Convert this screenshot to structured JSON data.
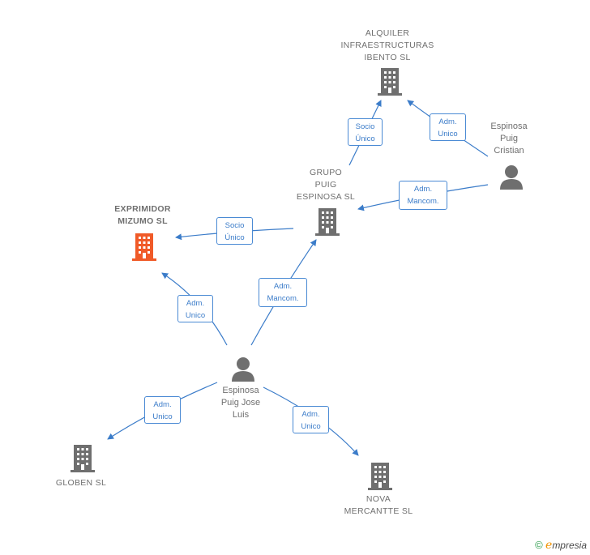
{
  "nodes": {
    "alquiler": {
      "label": "ALQUILER\nINFRAESTRUCTURAS\nIBENTO  SL",
      "icon": "building-icon"
    },
    "grupo": {
      "label": "GRUPO\nPUIG\nESPINOSA  SL",
      "icon": "building-icon"
    },
    "exprimidor": {
      "label": "EXPRIMIDOR\nMIZUMO  SL",
      "icon": "building-icon",
      "highlight_color": "#f05a28"
    },
    "globen": {
      "label": "GLOBEN SL",
      "icon": "building-icon"
    },
    "nova": {
      "label": "NOVA\nMERCANTTE SL",
      "icon": "building-icon"
    },
    "cristian": {
      "label": "Espinosa\nPuig\nCristian",
      "icon": "person-icon"
    },
    "jose": {
      "label": "Espinosa\nPuig Jose\nLuis",
      "icon": "person-icon"
    }
  },
  "edges": {
    "grupo_alquiler": "Socio\nÚnico",
    "cristian_alquiler": "Adm.\nUnico",
    "cristian_grupo": "Adm.\nMancom.",
    "grupo_exprimidor": "Socio\nÚnico",
    "jose_grupo": "Adm.\nMancom.",
    "jose_exprimidor": "Adm.\nUnico",
    "jose_globen": "Adm.\nUnico",
    "jose_nova": "Adm.\nUnico"
  },
  "colors": {
    "link": "#3b7cc9",
    "icon_gray": "#6f6f6f",
    "focus": "#f05a28"
  },
  "brand": {
    "copyright": "©",
    "e": "e",
    "rest": "mpresia"
  }
}
